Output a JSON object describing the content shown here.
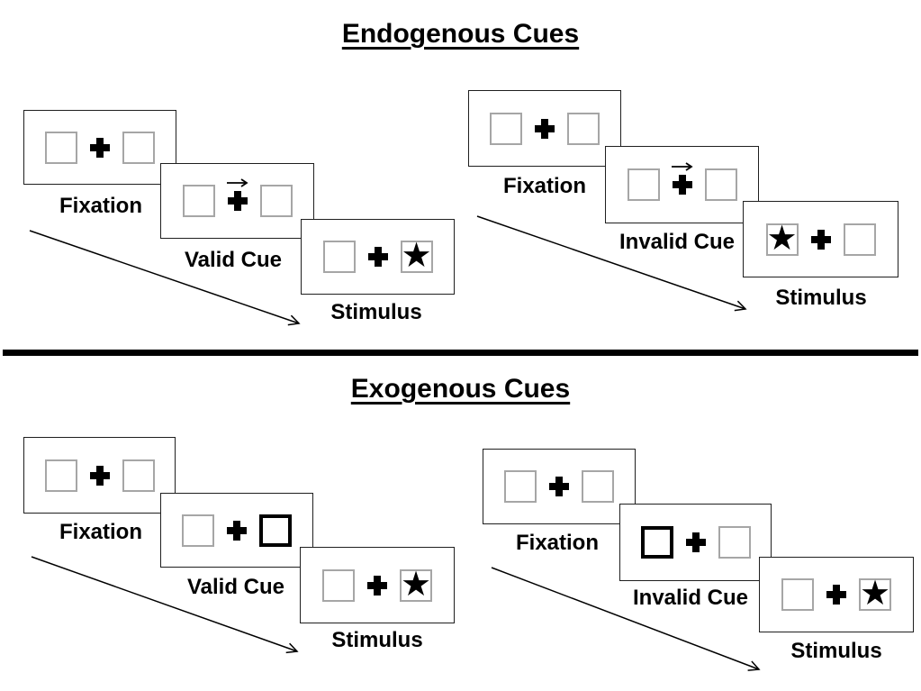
{
  "colors": {
    "background": "#ffffff",
    "panel_border": "#1f1f1f",
    "box_border": "#a6a6a6",
    "highlight_box_border": "#000000",
    "ink": "#000000"
  },
  "icons": {
    "star": "★",
    "fixation_cross": "plus-cross",
    "cue_arrow_direction": "right"
  },
  "sections": [
    {
      "title": "Endogenous Cues",
      "cue_style": "central-arrow",
      "sequences": [
        {
          "name": "valid",
          "panels": [
            {
              "label": "Fixation",
              "type": "fixation"
            },
            {
              "label": "Valid Cue",
              "type": "cue",
              "cue": "arrow-right"
            },
            {
              "label": "Stimulus",
              "type": "stimulus",
              "star_side": "right"
            }
          ]
        },
        {
          "name": "invalid",
          "panels": [
            {
              "label": "Fixation",
              "type": "fixation"
            },
            {
              "label": "Invalid Cue",
              "type": "cue",
              "cue": "arrow-right"
            },
            {
              "label": "Stimulus",
              "type": "stimulus",
              "star_side": "left"
            }
          ]
        }
      ]
    },
    {
      "title": "Exogenous Cues",
      "cue_style": "peripheral-box-highlight",
      "sequences": [
        {
          "name": "valid",
          "panels": [
            {
              "label": "Fixation",
              "type": "fixation"
            },
            {
              "label": "Valid Cue",
              "type": "cue",
              "cue": "box-right"
            },
            {
              "label": "Stimulus",
              "type": "stimulus",
              "star_side": "right"
            }
          ]
        },
        {
          "name": "invalid",
          "panels": [
            {
              "label": "Fixation",
              "type": "fixation"
            },
            {
              "label": "Invalid Cue",
              "type": "cue",
              "cue": "box-left"
            },
            {
              "label": "Stimulus",
              "type": "stimulus",
              "star_side": "right"
            }
          ]
        }
      ]
    }
  ]
}
